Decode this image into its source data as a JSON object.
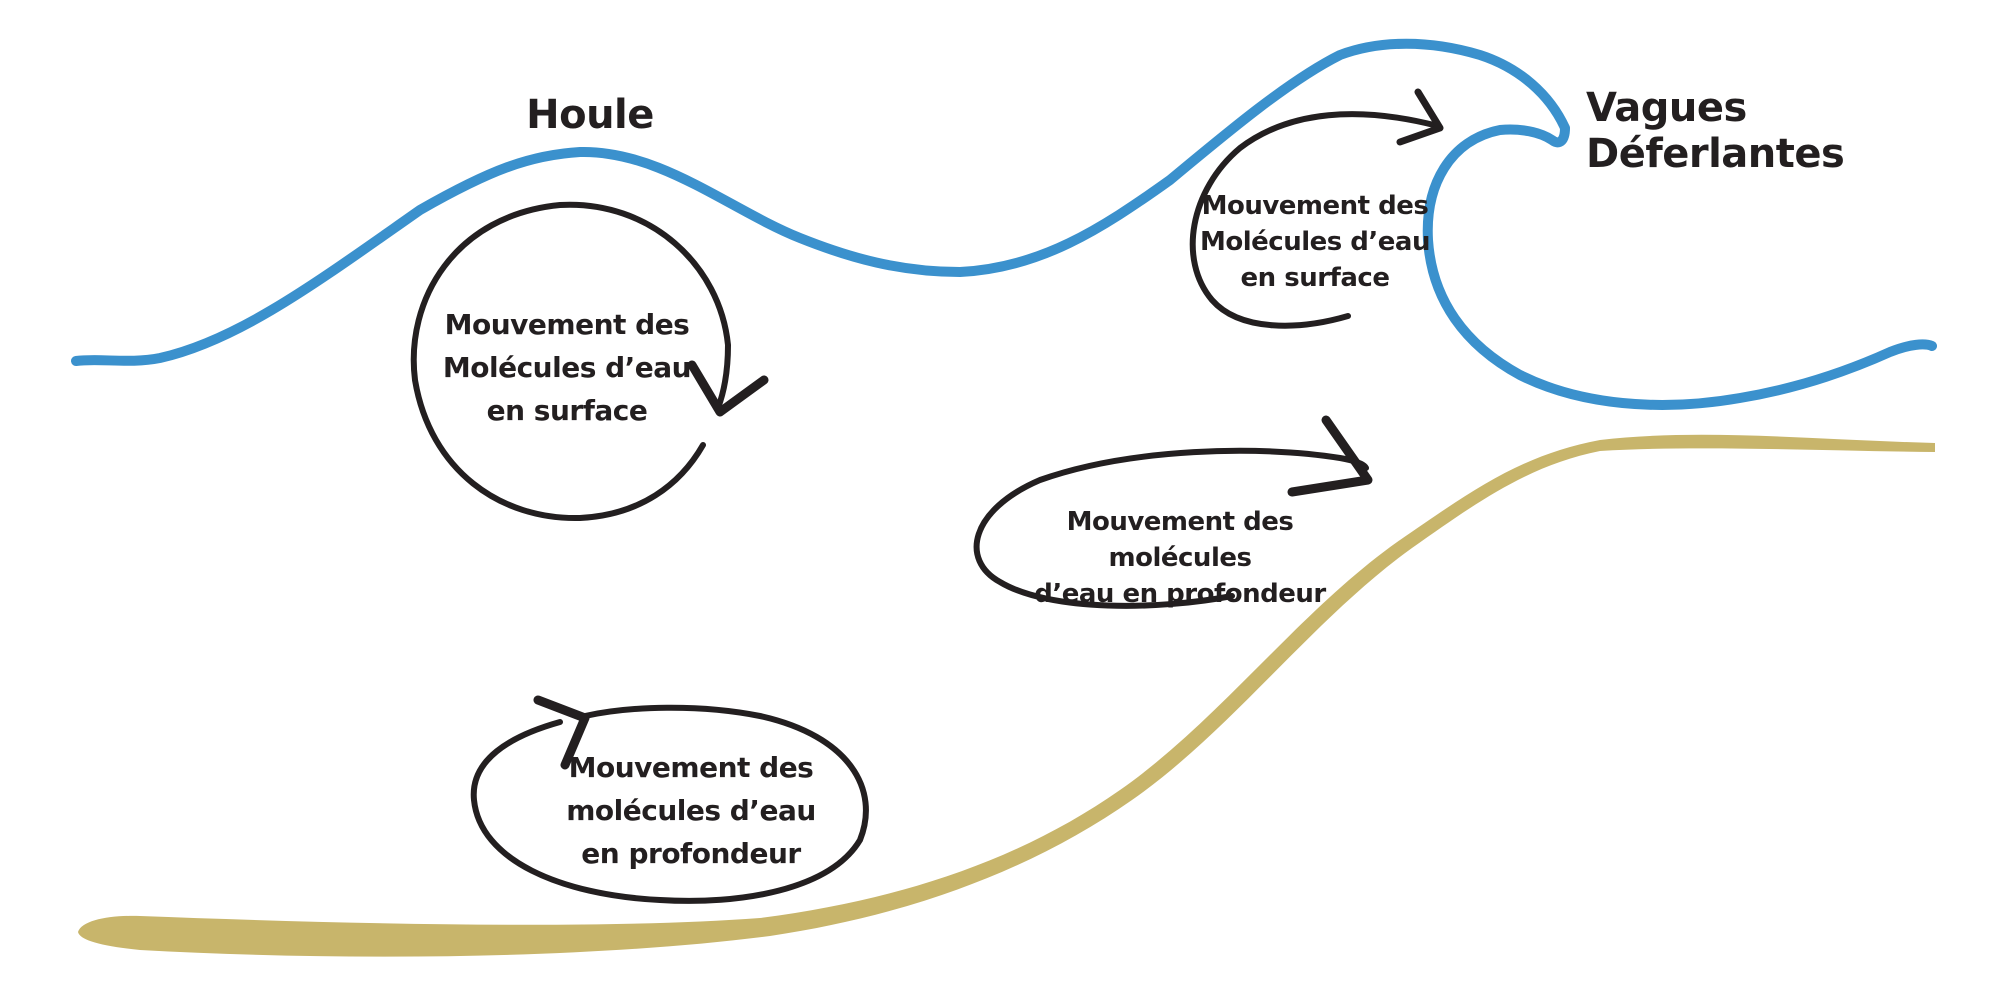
{
  "labels": {
    "houle": "Houle",
    "vagues_deferlantes": "Vagues\nDéferlantes",
    "surface_left": "Mouvement des\nMolécules d’eau\nen surface",
    "surface_right": "Mouvement des\nMolécules d’eau\nen surface",
    "deep_middle": "Mouvement des molécules\nd’eau en profondeur",
    "deep_bottom": "Mouvement des\nmolécules d’eau\nen profondeur"
  },
  "colors": {
    "water": "#3b91cd",
    "sand": "#c8b56b",
    "ink": "#231f20"
  }
}
